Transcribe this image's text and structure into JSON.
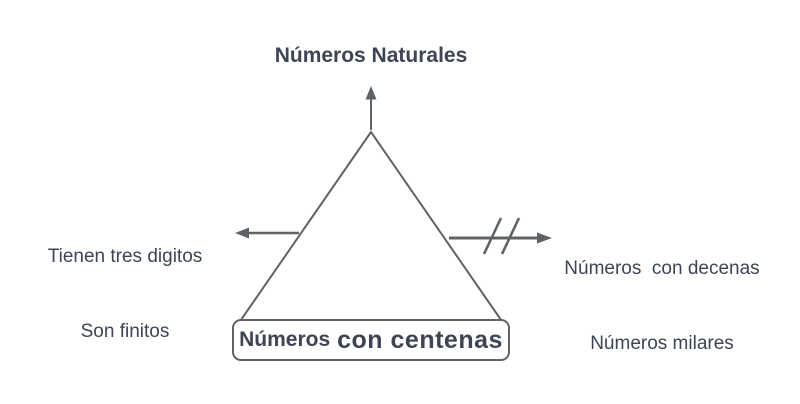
{
  "diagram": {
    "title": "Números Naturales",
    "triangle": {
      "shape": "triangle",
      "apex_label_via_arrow": "Números Naturales"
    },
    "left_label": {
      "line1": "Tienen tres digitos",
      "line2": "Son finitos"
    },
    "right_label": {
      "line1": "Números  con decenas",
      "line2": "Números milares"
    },
    "base_box_label": {
      "part1": "Números",
      "part2": "con centenas"
    },
    "colors": {
      "text": "#3d4554",
      "line": "#5f6367",
      "background": "#ffffff"
    },
    "icons": {
      "up_arrow": "arrow-up",
      "left_arrow": "arrow-left",
      "right_arrow": "arrow-right",
      "break_marks": "double-slash"
    }
  }
}
